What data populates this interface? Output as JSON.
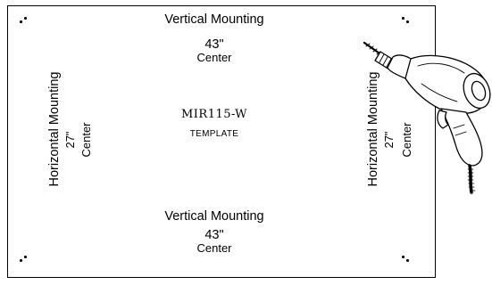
{
  "top": {
    "title": "Vertical Mounting",
    "size": "43\"",
    "sub": "Center"
  },
  "bottom": {
    "title": "Vertical Mounting",
    "size": "43\"",
    "sub": "Center"
  },
  "left": {
    "title": "Horizontal Mounting",
    "size": "27\"",
    "sub": "Center"
  },
  "right": {
    "title": "Horizontal Mounting",
    "size": "27\"",
    "sub": "Center"
  },
  "center": {
    "model": "MIR115-W",
    "caption": "TEMPLATE"
  },
  "icons": {
    "tool": "drill-icon",
    "marks": "mounting-hole-marker-icon"
  }
}
